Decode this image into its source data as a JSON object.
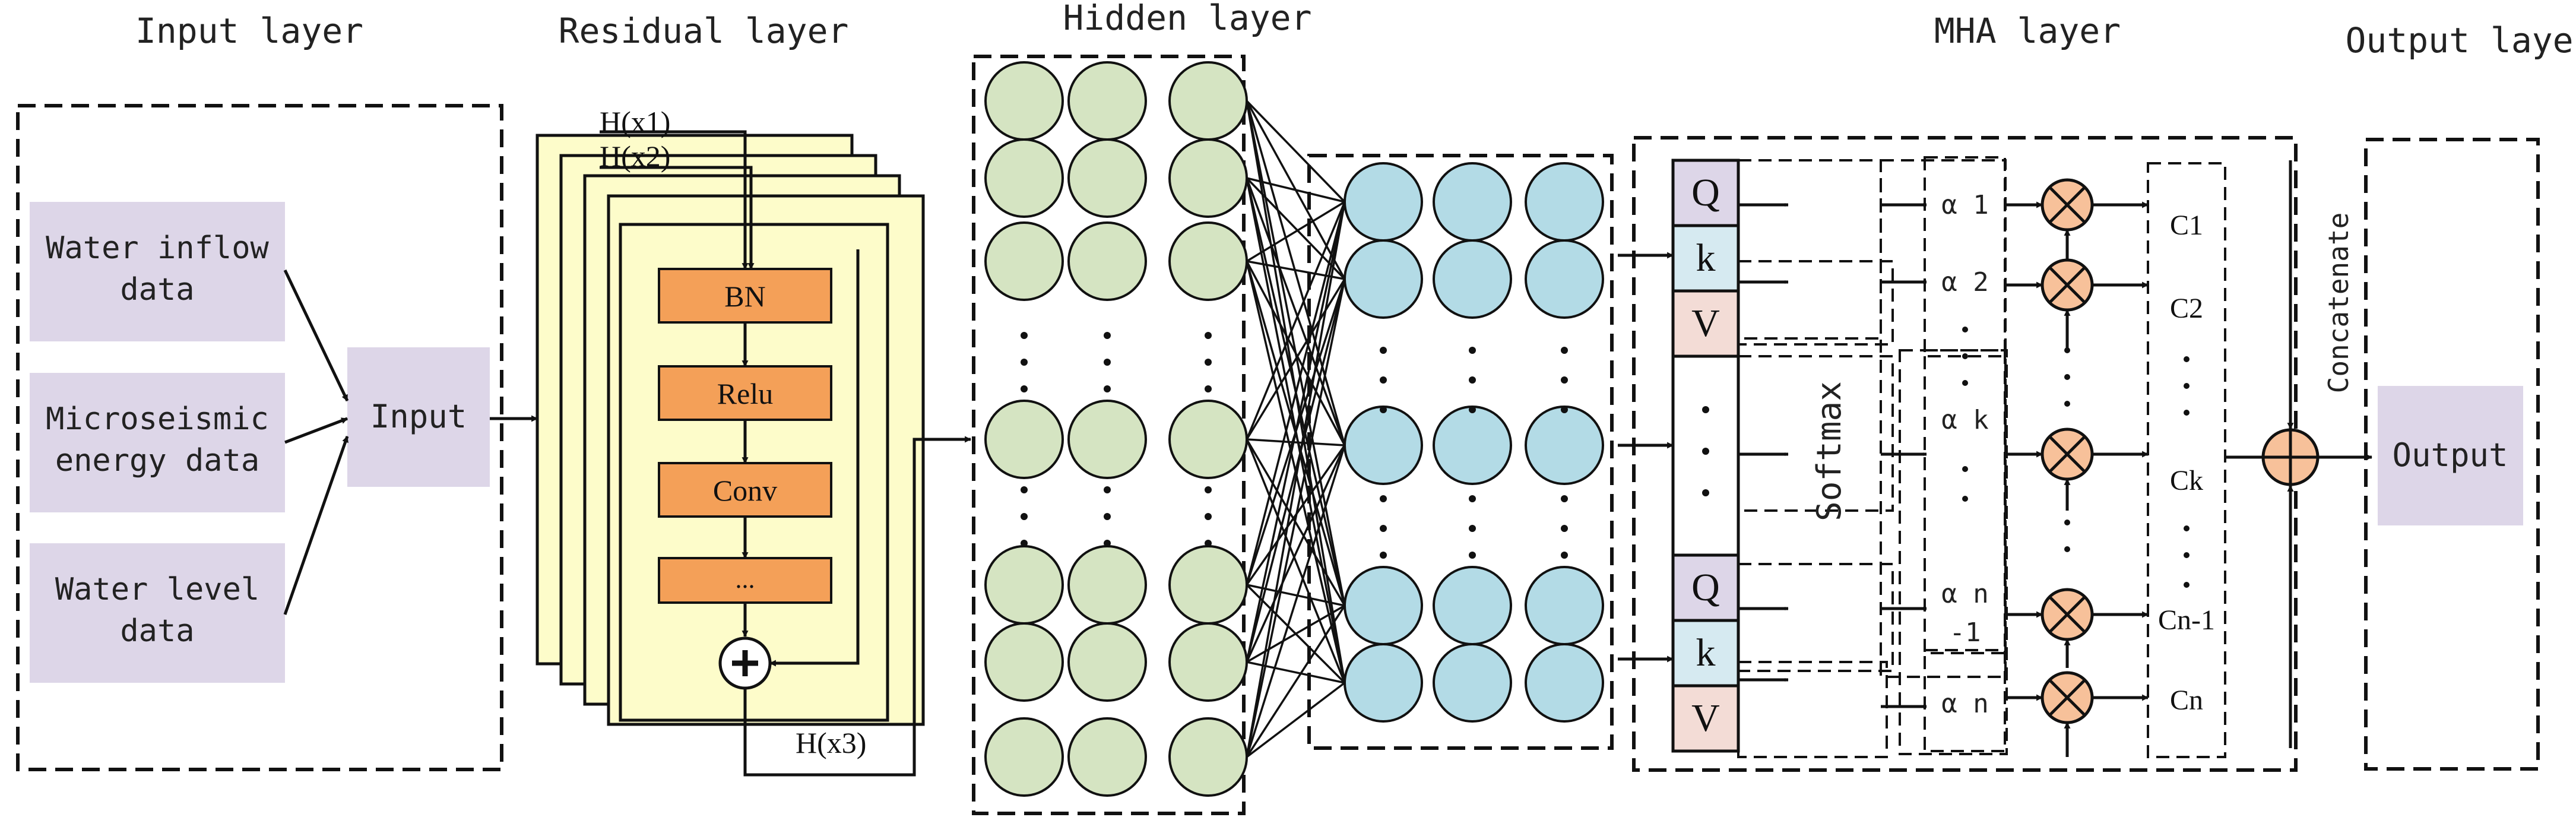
{
  "layers": {
    "input": "Input layer",
    "residual": "Residual layer",
    "hidden": "Hidden layer",
    "mha": "MHA layer",
    "output": "Output layer"
  },
  "inputs": {
    "water_inflow": [
      "Water inflow",
      "data"
    ],
    "microseismic": [
      "Microseismic",
      "energy data"
    ],
    "water_level": [
      "Water level",
      "data"
    ],
    "input_box": "Input"
  },
  "residual": {
    "h_x1": "H(x1)",
    "h_x2": "H(x2)",
    "h_x3": "H(x3)",
    "ops": [
      "BN",
      "Relu",
      "Conv",
      "..."
    ]
  },
  "mha": {
    "q": "Q",
    "k": "k",
    "v": "V",
    "softmax": "Softmax",
    "alphas": [
      "α 1",
      "α 2",
      "α k",
      "α n",
      "-1",
      "α n"
    ],
    "contexts": [
      "C1",
      "C2",
      "Ck",
      "Cn-1",
      "Cn"
    ],
    "concatenate": "Concatenate"
  },
  "output": {
    "label": "Output"
  },
  "colors": {
    "input_fill": "#ddd6e8",
    "residual_card": "#fdfcca",
    "op_box": "#f4a058",
    "hidden_green": "#d5e4c2",
    "hidden_blue": "#b3dbe6",
    "q_fill": "#ddd6e8",
    "k_fill": "#d6eaf1",
    "v_fill": "#f3dcd6",
    "multiply_fill": "#f7c19a"
  },
  "icons": {
    "multiply": "circle-times-icon",
    "add": "circle-plus-icon"
  }
}
